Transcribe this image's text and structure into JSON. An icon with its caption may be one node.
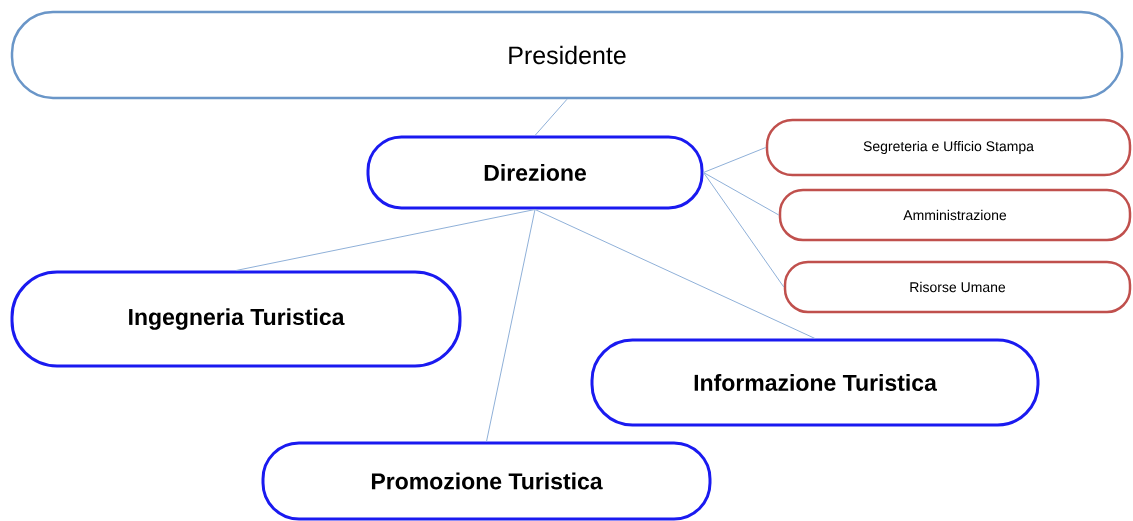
{
  "diagram": {
    "nodes": [
      {
        "text": [
          "Presidente"
        ]
      },
      {
        "text": [
          "Direzione"
        ]
      },
      {
        "text": [
          "Segreteria e Ufficio Stampa"
        ]
      },
      {
        "text": [
          "Amministrazione"
        ]
      },
      {
        "text": [
          "Risorse Umane"
        ]
      },
      {
        "text": [
          "Ingegneria Turistica"
        ]
      },
      {
        "text": [
          "Informazione Turistica"
        ]
      },
      {
        "text": [
          "Promozione Turistica"
        ]
      }
    ],
    "edges": [
      {
        "from": 0,
        "to": 1,
        "arrow": "none"
      },
      {
        "from": 1,
        "to": 2,
        "arrow": "none"
      },
      {
        "from": 1,
        "to": 3,
        "arrow": "none"
      },
      {
        "from": 1,
        "to": 4,
        "arrow": "none"
      },
      {
        "from": 1,
        "to": 5,
        "arrow": "none"
      },
      {
        "from": 1,
        "to": 7,
        "arrow": "none"
      },
      {
        "from": 1,
        "to": 6,
        "arrow": "none"
      }
    ]
  }
}
